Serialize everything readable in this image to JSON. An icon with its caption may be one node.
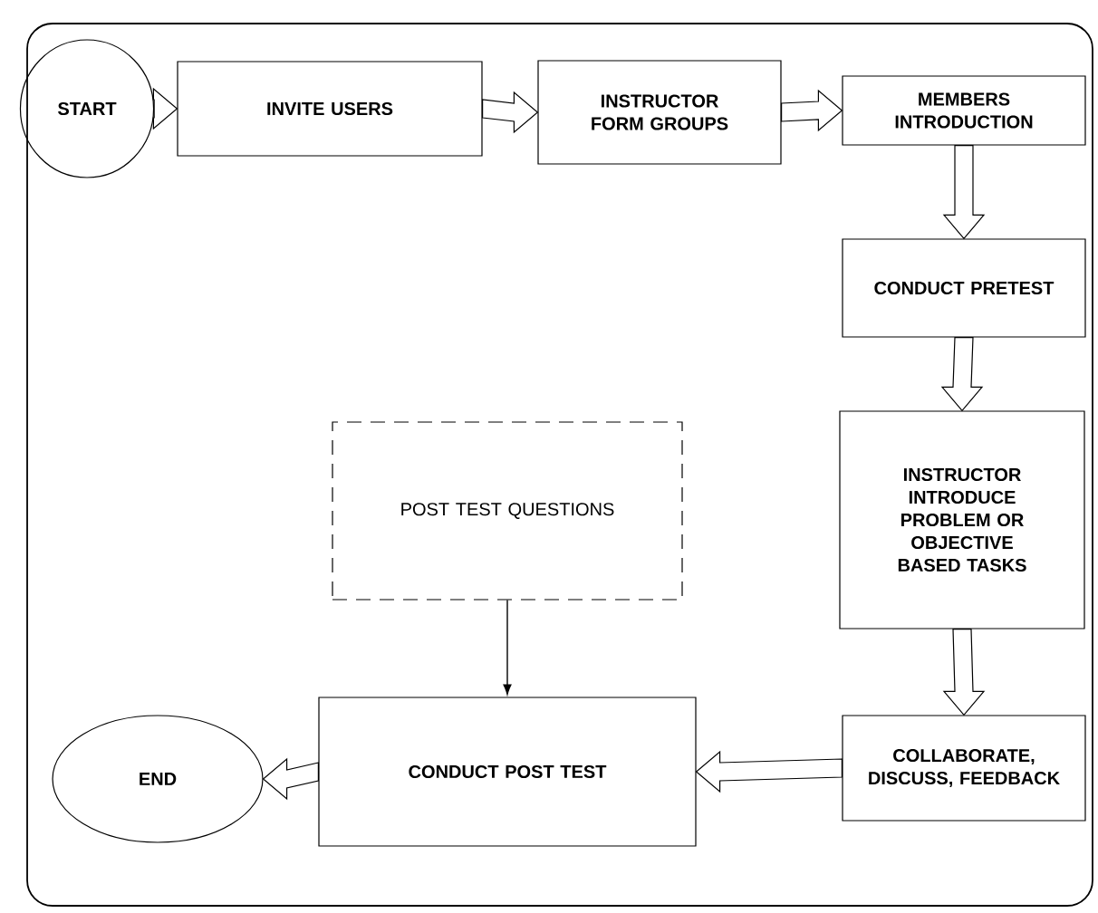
{
  "diagram": {
    "nodes": [
      {
        "text": [
          "START"
        ]
      },
      {
        "text": [
          "INVITE USERS"
        ]
      },
      {
        "text": [
          "INSTRUCTOR FORM GROUPS"
        ]
      },
      {
        "text": [
          "MEMBERS INTRODUCTION"
        ]
      },
      {
        "text": [
          "CONDUCT PRETEST"
        ]
      },
      {
        "text": [
          "INSTRUCTOR INTRODUCE PROBLEM OR OBJECTIVE BASED TASKS"
        ]
      },
      {
        "text": [
          "COLLABORATE, DISCUSS, FEEDBACK"
        ]
      },
      {
        "text": [
          "CONDUCT POST TEST"
        ]
      },
      {
        "text": [
          "POST TEST QUESTIONS"
        ]
      },
      {
        "text": [
          "END"
        ]
      }
    ],
    "edges": [
      {
        "from": 0,
        "to": 1,
        "arrow": "to",
        "style": "thick"
      },
      {
        "from": 1,
        "to": 2,
        "arrow": "to",
        "style": "thick"
      },
      {
        "from": 2,
        "to": 3,
        "arrow": "to",
        "style": "thick"
      },
      {
        "from": 3,
        "to": 4,
        "arrow": "to",
        "style": "thick"
      },
      {
        "from": 4,
        "to": 5,
        "arrow": "to",
        "style": "thick"
      },
      {
        "from": 5,
        "to": 6,
        "arrow": "to",
        "style": "thick"
      },
      {
        "from": 6,
        "to": 7,
        "arrow": "to",
        "style": "thick"
      },
      {
        "from": 8,
        "to": 7,
        "arrow": "to"
      },
      {
        "from": 7,
        "to": 9,
        "arrow": "to",
        "style": "thick"
      }
    ]
  }
}
